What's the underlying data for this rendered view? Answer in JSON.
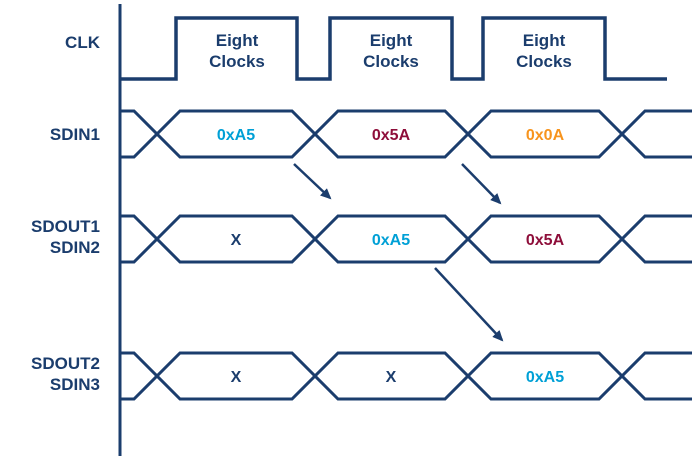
{
  "colors": {
    "navy": "#1B3D6D",
    "cyan": "#00A0D6",
    "maroon": "#8E0E3A",
    "orange": "#F7941E",
    "background": "#FFFFFF"
  },
  "clock": {
    "label": "CLK",
    "pulses": [
      {
        "line1": "Eight",
        "line2": "Clocks"
      },
      {
        "line1": "Eight",
        "line2": "Clocks"
      },
      {
        "line1": "Eight",
        "line2": "Clocks"
      }
    ]
  },
  "rows": [
    {
      "label_lines": [
        "SDIN1"
      ],
      "values": [
        {
          "text": "0xA5",
          "color": "#00A0D6"
        },
        {
          "text": "0x5A",
          "color": "#8E0E3A"
        },
        {
          "text": "0x0A",
          "color": "#F7941E"
        }
      ]
    },
    {
      "label_lines": [
        "SDOUT1",
        "SDIN2"
      ],
      "values": [
        {
          "text": "X",
          "color": "#1B3D6D"
        },
        {
          "text": "0xA5",
          "color": "#00A0D6"
        },
        {
          "text": "0x5A",
          "color": "#8E0E3A"
        }
      ]
    },
    {
      "label_lines": [
        "SDOUT2",
        "SDIN3"
      ],
      "values": [
        {
          "text": "X",
          "color": "#1B3D6D"
        },
        {
          "text": "X",
          "color": "#1B3D6D"
        },
        {
          "text": "0xA5",
          "color": "#00A0D6"
        }
      ]
    }
  ]
}
